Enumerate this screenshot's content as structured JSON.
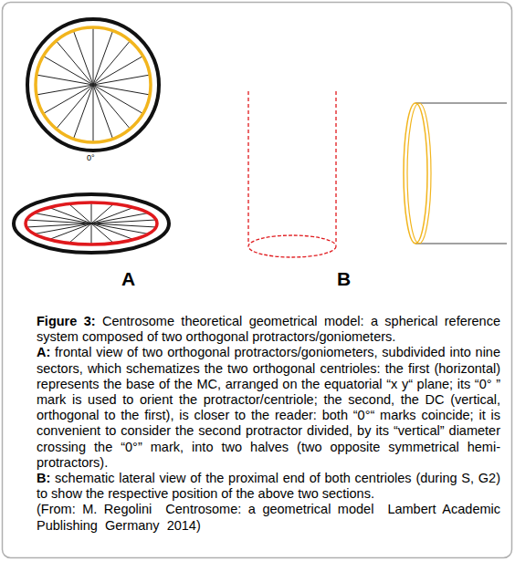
{
  "diagram": {
    "caption": "Centrosome theoretical geometrical model: a spherical reference system composed of two orthogonal protractors/goniometers.",
    "labels": [
      "0°",
      "A",
      "B",
      "Figure 3:",
      "A:",
      "frontal view of two orthogonal protractors/goniometers, subdivided into nine sectors, which schematizes the two orthogonal centrioles: the first (horizontal) represents the base of the MC, arranged on the equatorial “x y“ plane; its “0° ” mark is used to orient the protractor/centriole; the second, the DC (vertical, orthogonal to the first), is closer to the reader: both “0°“ marks coincide; it is convenient to consider the second protractor divided, by its “vertical” diameter crossing the “0°” mark, into two halves (two opposite symmetrical hemi-protractors).",
      "B:",
      "schematic lateral view of the proximal end of both centrioles (during S, G2) to show the respective position of the above two sections.",
      "(From: M. Regolini  Centrosome: a geometrical model  Lambert Academic Publishing  Germany  2014)"
    ]
  }
}
